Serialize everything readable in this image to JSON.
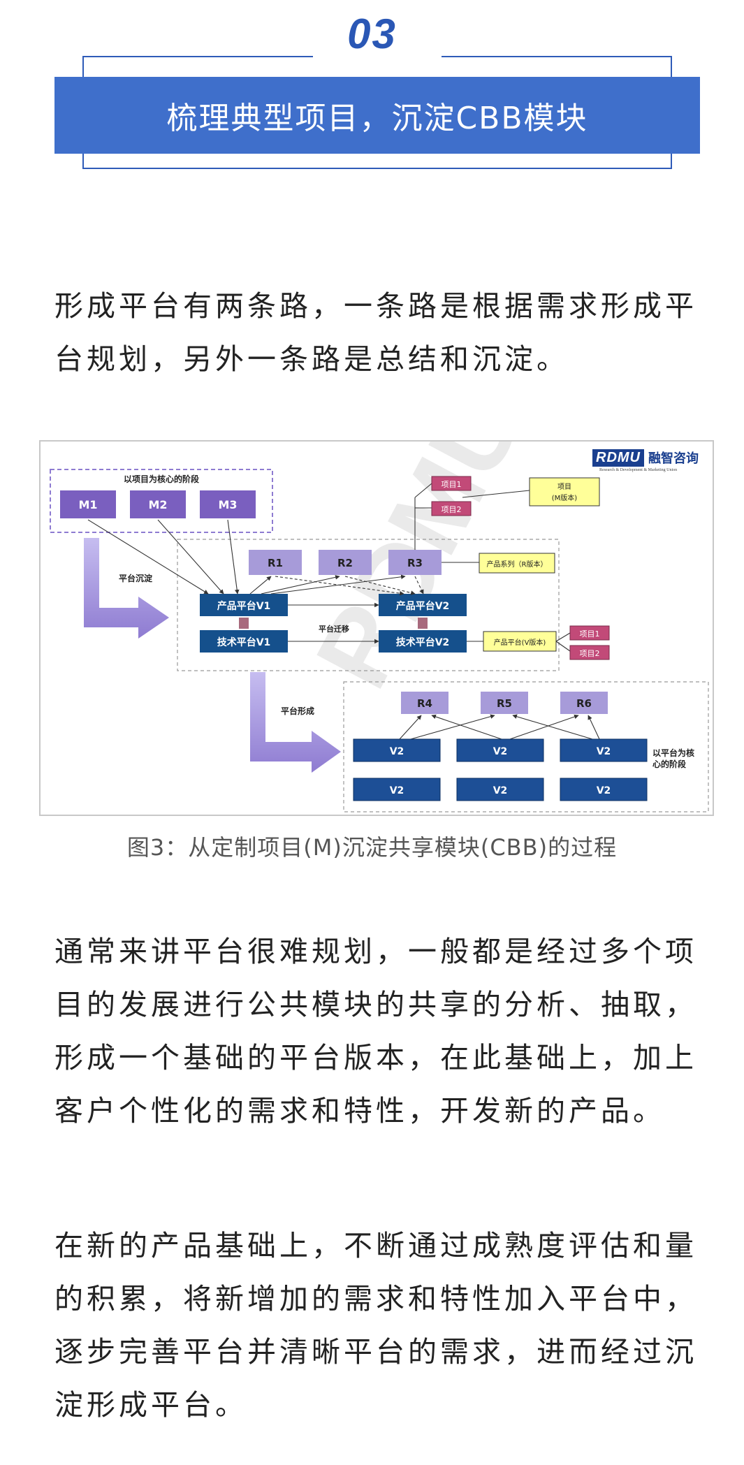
{
  "section": {
    "number": "03",
    "title": "梳理典型项目，沉淀CBB模块"
  },
  "paragraphs": {
    "p1": "形成平台有两条路，一条路是根据需求形成平台规划，另外一条路是总结和沉淀。",
    "p2": "通常来讲平台很难规划，一般都是经过多个项目的发展进行公共模块的共享的分析、抽取，形成一个基础的平台版本，在此基础上，加上客户个性化的需求和特性，开发新的产品。",
    "p3": "在新的产品基础上，不断通过成熟度评估和量的积累，将新增加的需求和特性加入平台中，逐步完善平台并清晰平台的需求，进而经过沉淀形成平台。"
  },
  "figure": {
    "caption": "图3：从定制项目(M)沉淀共享模块(CBB)的过程",
    "logo_box": "RDMU",
    "logo_cn": "融智咨询",
    "logo_sub": "Research & Development & Marketing Union",
    "watermark": "RDMU",
    "stage_project": "以项目为核心的阶段",
    "stage_platform_line1": "以平台为核",
    "stage_platform_line2": "心的阶段",
    "m_boxes": [
      "M1",
      "M2",
      "M3"
    ],
    "r_boxes_top": [
      "R1",
      "R2",
      "R3"
    ],
    "r_boxes_bottom": [
      "R4",
      "R5",
      "R6"
    ],
    "product_v1": "产品平台V1",
    "product_v2": "产品平台V2",
    "tech_v1": "技术平台V1",
    "tech_v2": "技术平台V2",
    "migration": "平台迁移",
    "sediment": "平台沉淀",
    "formation": "平台形成",
    "project_m_note_line1": "项目",
    "project_m_note_line2": "(M版本)",
    "product_series_note": "产品系列（R版本）",
    "product_platform_note": "产品平台(V版本)",
    "proj_tags_top": [
      "项目1",
      "项目2"
    ],
    "proj_tags_right": [
      "项目1",
      "项目2"
    ],
    "v_boxes": [
      "V2",
      "V2",
      "V2",
      "V2",
      "V2",
      "V2"
    ],
    "colors": {
      "m_box": "#7a5fbf",
      "r_box": "#a79bd9",
      "platform_box": "#15508c",
      "v_box": "#1d4f96",
      "yellow_note": "#ffff99",
      "pink_tag": "#c24a78",
      "arrow_purple": "#8e7bd1",
      "section_blue": "#3f6fcb"
    }
  }
}
